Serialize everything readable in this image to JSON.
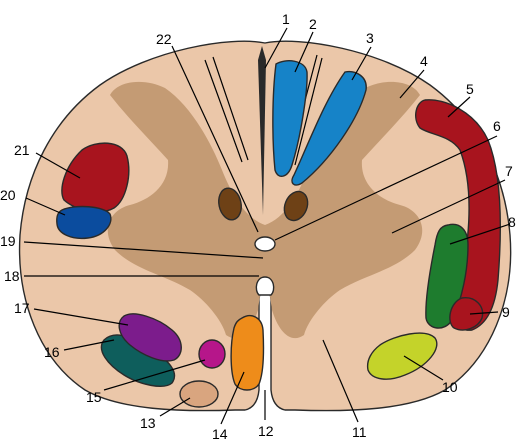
{
  "diagram": {
    "kind": "spinal-cord-cross-section",
    "colors": {
      "white_matter": "#ebc7a9",
      "grey_matter": "#c49b74",
      "fasciculus_blue": "#1683c8",
      "dark_red": "#a8141e",
      "navy": "#0b4c9e",
      "green": "#1e7c2e",
      "yellow_green": "#c4d32a",
      "orange": "#ee8c1a",
      "magenta": "#b6168a",
      "purple": "#7c1c8c",
      "teal": "#0e5e5c",
      "tan": "#d9a57f",
      "brown": "#6e4116",
      "canal": "#ffffff"
    },
    "labels": [
      "1",
      "2",
      "3",
      "4",
      "5",
      "6",
      "7",
      "8",
      "9",
      "10",
      "11",
      "12",
      "13",
      "14",
      "15",
      "16",
      "17",
      "18",
      "19",
      "20",
      "21",
      "22"
    ]
  }
}
